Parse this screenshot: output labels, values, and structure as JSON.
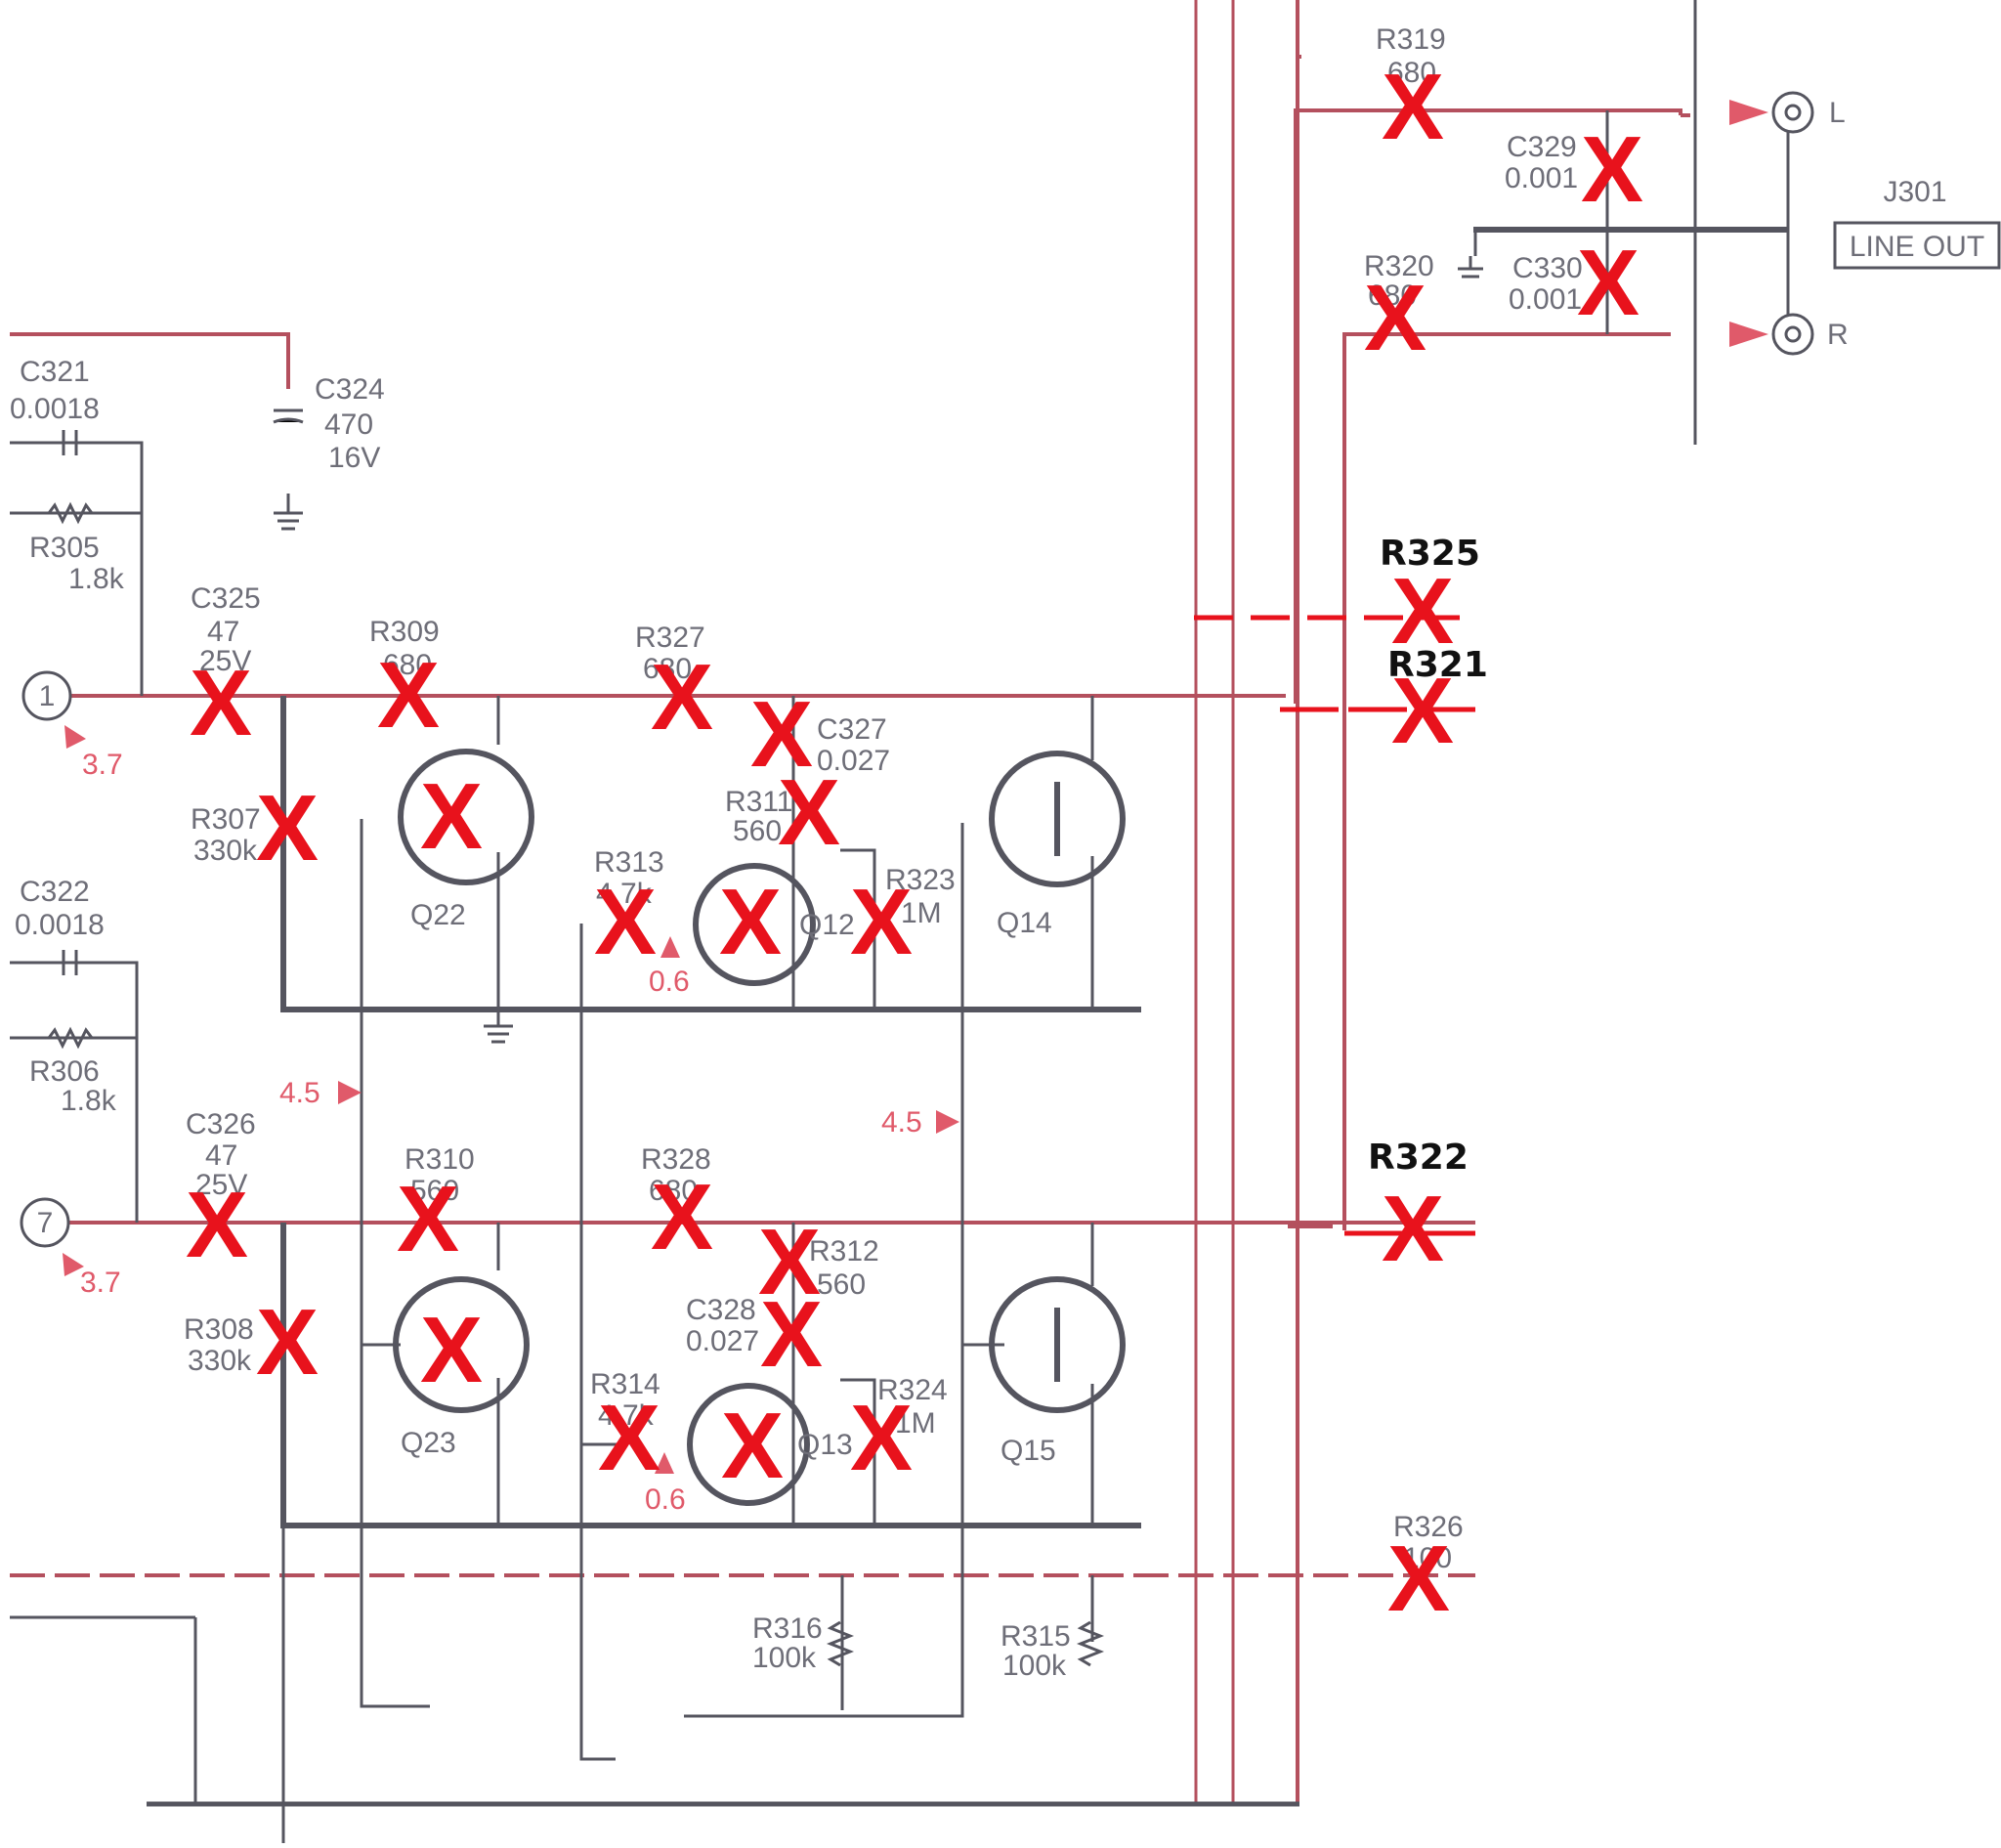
{
  "components": {
    "c321": [
      "C321",
      "0.0018"
    ],
    "c322": [
      "C322",
      "0.0018"
    ],
    "c324": [
      "C324",
      "470",
      "16V"
    ],
    "r305": [
      "R305",
      "1.8k"
    ],
    "r306": [
      "R306",
      "1.8k"
    ],
    "c325": [
      "C325",
      "47",
      "25V"
    ],
    "c326": [
      "C326",
      "47",
      "25V"
    ],
    "r307": [
      "R307",
      "330k"
    ],
    "r308": [
      "R308",
      "330k"
    ],
    "r309": [
      "R309",
      "680"
    ],
    "r310": [
      "R310",
      "560"
    ],
    "r327": [
      "R327",
      "680"
    ],
    "r328": [
      "R328",
      "680"
    ],
    "c327": [
      "C327",
      "0.027"
    ],
    "c328": [
      "C328",
      "0.027"
    ],
    "r311": [
      "R311",
      "560"
    ],
    "r312": [
      "R312",
      "560"
    ],
    "r313": [
      "R313",
      "4.7k"
    ],
    "r314": [
      "R314",
      "4.7k"
    ],
    "r323": [
      "R323",
      "1M"
    ],
    "r324": [
      "R324",
      "1M"
    ],
    "r315": [
      "R315",
      "100k"
    ],
    "r316": [
      "R316",
      "100k"
    ],
    "r319": [
      "R319",
      "680"
    ],
    "r320": [
      "R320",
      "680"
    ],
    "c329": [
      "C329",
      "0.001"
    ],
    "c330": [
      "C330",
      "0.001"
    ],
    "r326": [
      "R326",
      "100"
    ]
  },
  "transistors": [
    "Q22",
    "Q12",
    "Q14",
    "Q23",
    "Q13",
    "Q15"
  ],
  "jack": {
    "ref": "J301",
    "name": "LINE OUT",
    "left": "L",
    "right": "R"
  },
  "pins": {
    "top": "1",
    "bottom": "7"
  },
  "voltages": {
    "pin1": "3.7",
    "pin7": "3.7",
    "q12": "0.6",
    "q13": "0.6",
    "bias_left": "4.5",
    "bias_right": "4.5"
  },
  "added_labels": [
    "R325",
    "R321",
    "R322"
  ],
  "removed_marker": "X",
  "colors": {
    "signal_trace": "#b4505e",
    "ink": "#55555f",
    "voltage": "#e05a6a",
    "removal_mark": "#e8121c"
  }
}
